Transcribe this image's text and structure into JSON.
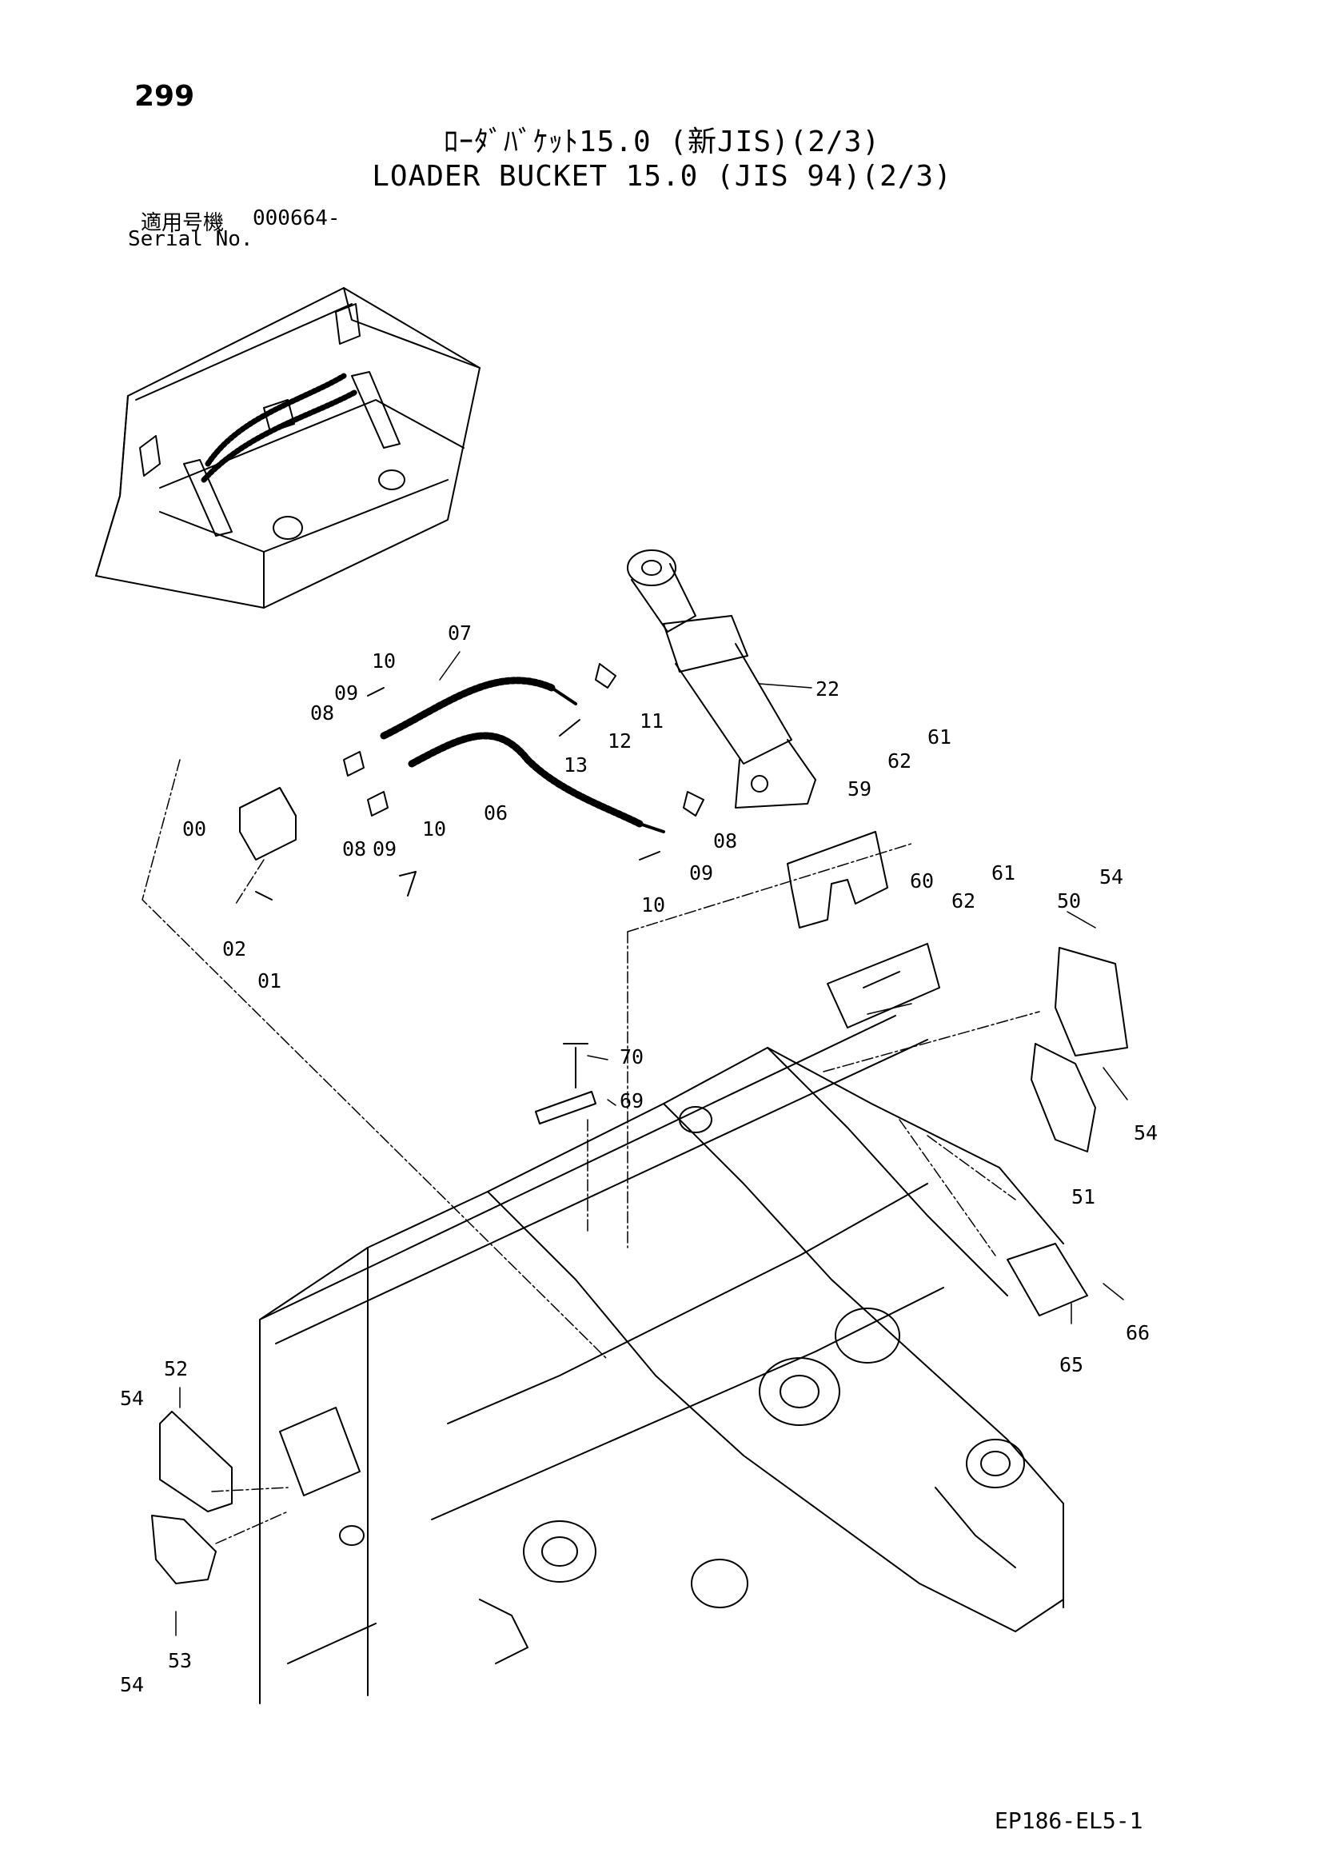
{
  "page_number": "299",
  "title_jp": "ﾛｰﾀﾞﾊﾞｹｯﾄ15.0 (新JIS)(2/3)",
  "title_en": "LOADER BUCKET 15.0 (JIS 94)(2/3)",
  "serial": {
    "label_jp": "適用号機",
    "value": "000664-",
    "label_en": "Serial No."
  },
  "drawing_code": "EP186-EL5-1",
  "callouts": [
    {
      "id": "07",
      "label": "07"
    },
    {
      "id": "10a",
      "label": "10"
    },
    {
      "id": "09a",
      "label": "09"
    },
    {
      "id": "08a",
      "label": "08"
    },
    {
      "id": "22",
      "label": "22"
    },
    {
      "id": "11",
      "label": "11"
    },
    {
      "id": "12",
      "label": "12"
    },
    {
      "id": "13",
      "label": "13"
    },
    {
      "id": "61a",
      "label": "61"
    },
    {
      "id": "62a",
      "label": "62"
    },
    {
      "id": "59",
      "label": "59"
    },
    {
      "id": "00",
      "label": "00"
    },
    {
      "id": "08b",
      "label": "08"
    },
    {
      "id": "09b",
      "label": "09"
    },
    {
      "id": "10b",
      "label": "10"
    },
    {
      "id": "06",
      "label": "06"
    },
    {
      "id": "08c",
      "label": "08"
    },
    {
      "id": "09c",
      "label": "09"
    },
    {
      "id": "10c",
      "label": "10"
    },
    {
      "id": "02",
      "label": "02"
    },
    {
      "id": "01",
      "label": "01"
    },
    {
      "id": "60",
      "label": "60"
    },
    {
      "id": "62b",
      "label": "62"
    },
    {
      "id": "61b",
      "label": "61"
    },
    {
      "id": "50",
      "label": "50"
    },
    {
      "id": "54a",
      "label": "54"
    },
    {
      "id": "70",
      "label": "70"
    },
    {
      "id": "69",
      "label": "69"
    },
    {
      "id": "54b",
      "label": "54"
    },
    {
      "id": "51",
      "label": "51"
    },
    {
      "id": "66",
      "label": "66"
    },
    {
      "id": "65",
      "label": "65"
    },
    {
      "id": "52",
      "label": "52"
    },
    {
      "id": "54c",
      "label": "54"
    },
    {
      "id": "53",
      "label": "53"
    },
    {
      "id": "54d",
      "label": "54"
    }
  ]
}
